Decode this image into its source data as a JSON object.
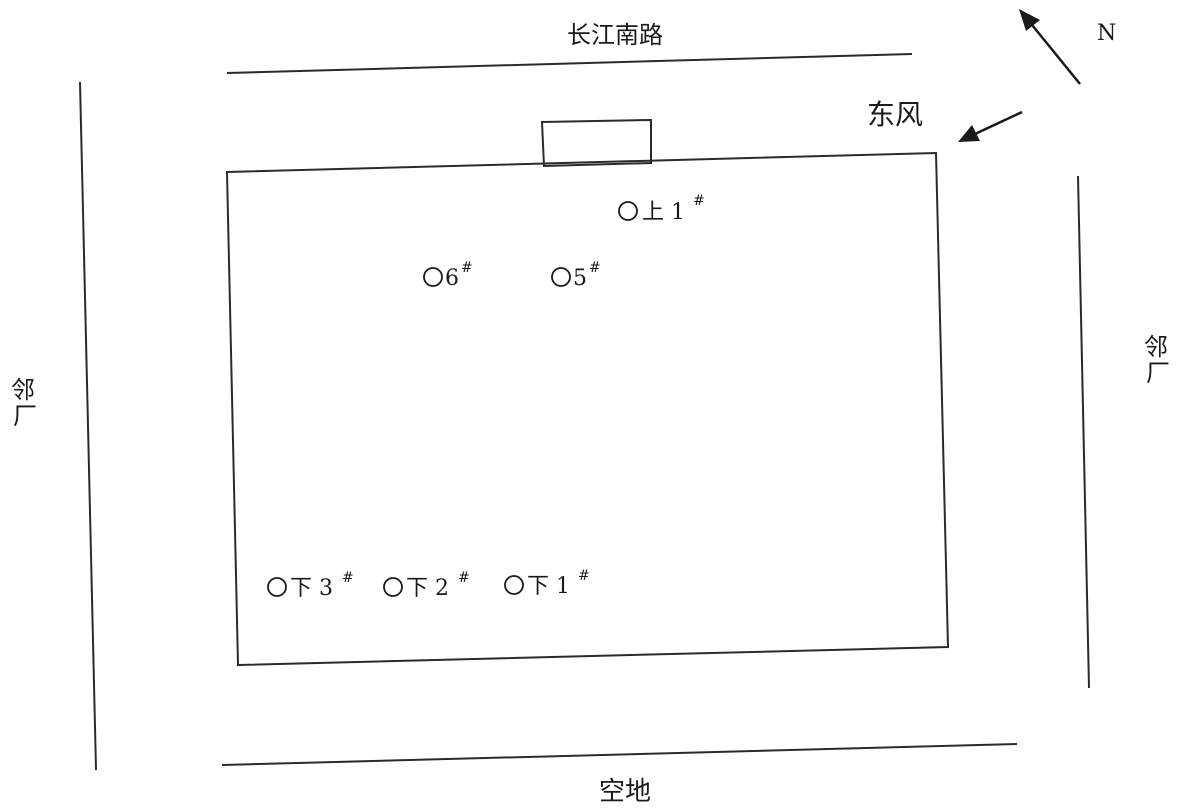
{
  "diagram": {
    "road_north": "长江南路",
    "wind_label": "东风",
    "north_label": "N",
    "left_neighbor_chars": [
      "邻",
      "厂"
    ],
    "right_neighbor_chars": [
      "邻",
      "厂"
    ],
    "bottom_label": "空地",
    "sampling_points": [
      {
        "id": "up1",
        "text": "上 1",
        "sup": "#"
      },
      {
        "id": "p6",
        "text": "6",
        "sup": "#"
      },
      {
        "id": "p5",
        "text": "5",
        "sup": "#"
      },
      {
        "id": "down3",
        "text": "下 3",
        "sup": "#"
      },
      {
        "id": "down2",
        "text": "下 2",
        "sup": "#"
      },
      {
        "id": "down1",
        "text": "下 1",
        "sup": "#"
      }
    ]
  }
}
